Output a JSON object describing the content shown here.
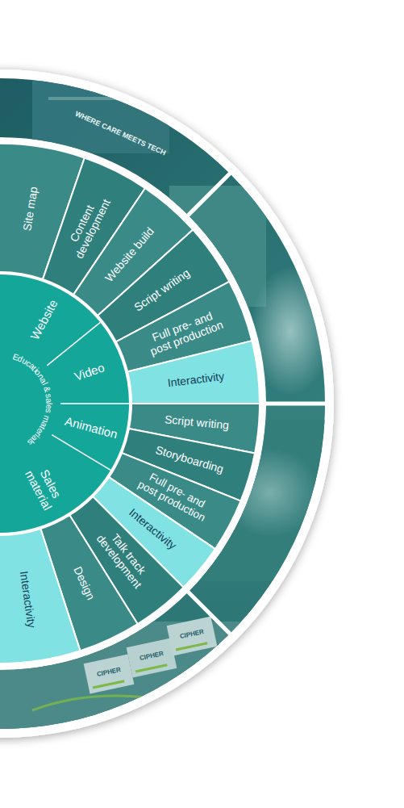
{
  "diagram": {
    "nodes": [
      {
        "text": [
          "Educational & sales materials"
        ]
      },
      {
        "text": [
          "Website"
        ]
      },
      {
        "text": [
          "Video"
        ]
      },
      {
        "text": [
          "Animation"
        ]
      },
      {
        "text": [
          "Sales material"
        ]
      },
      {
        "text": [
          "Site map"
        ]
      },
      {
        "text": [
          "Content development"
        ]
      },
      {
        "text": [
          "Website build"
        ]
      },
      {
        "text": [
          "Script writing"
        ]
      },
      {
        "text": [
          "Full pre- and post production"
        ]
      },
      {
        "text": [
          "Interactivity"
        ]
      },
      {
        "text": [
          "Script writing"
        ]
      },
      {
        "text": [
          "Storyboarding"
        ]
      },
      {
        "text": [
          "Full pre- and post production"
        ]
      },
      {
        "text": [
          "Interactivity"
        ]
      },
      {
        "text": [
          "Talk track development"
        ]
      },
      {
        "text": [
          "Design"
        ]
      },
      {
        "text": [
          "Interactivity"
        ]
      }
    ],
    "labels": [
      "WHERE CARE MEETS TECH",
      "CIPHER",
      "CIPHER",
      "CIPHER"
    ]
  }
}
